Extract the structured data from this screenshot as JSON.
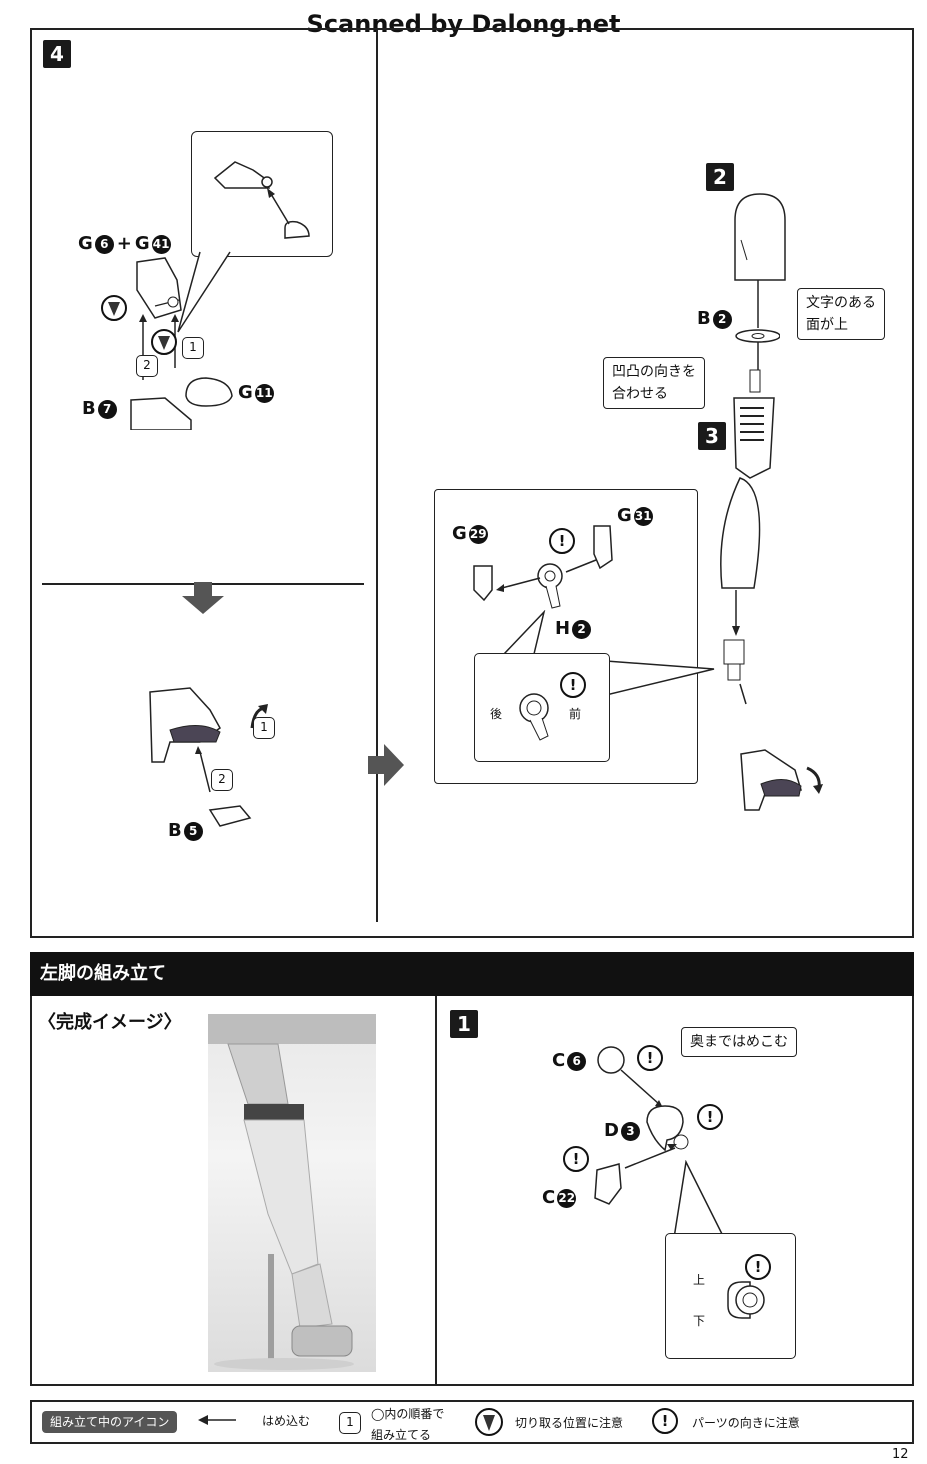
{
  "watermark": "Scanned by Dalong.net",
  "page_number": "12",
  "step4": {
    "num": "4",
    "parts_top": {
      "prefix1": "G",
      "n1": "6",
      "plus": "+",
      "prefix2": "G",
      "n2": "41"
    },
    "part_b7": {
      "prefix": "B",
      "n": "7"
    },
    "part_g11": {
      "prefix": "G",
      "n": "11"
    },
    "order1": "1",
    "order2": "2",
    "sub_order1": "1",
    "sub_order2": "2",
    "part_b5": {
      "prefix": "B",
      "n": "5"
    }
  },
  "right_panel": {
    "step2": "2",
    "step3": "3",
    "part_b2": {
      "prefix": "B",
      "n": "2"
    },
    "callout_text_side": [
      "文字のある",
      "面が上"
    ],
    "callout_align": [
      "凹凸の向きを",
      "合わせる"
    ],
    "part_g29": {
      "prefix": "G",
      "n": "29"
    },
    "part_g31": {
      "prefix": "G",
      "n": "31"
    },
    "part_h2": {
      "prefix": "H",
      "n": "2"
    },
    "back_label": "後",
    "front_label": "前"
  },
  "left_leg": {
    "title": "左脚の組み立て",
    "complete_image": "〈完成イメージ〉",
    "step1": "1",
    "callout_insert": "奥まではめこむ",
    "part_c6": {
      "prefix": "C",
      "n": "6"
    },
    "part_d3": {
      "prefix": "D",
      "n": "3"
    },
    "part_c22": {
      "prefix": "C",
      "n": "22"
    },
    "top_label": "上",
    "bottom_label": "下"
  },
  "legend": {
    "tag": "組み立て中のアイコン",
    "insert": "はめ込む",
    "order_line1": "◯内の順番で",
    "order_line2": "組み立てる",
    "order_num": "1",
    "cut_caution": "切り取る位置に注意",
    "direction_caution": "パーツの向きに注意",
    "exclaim": "!"
  }
}
